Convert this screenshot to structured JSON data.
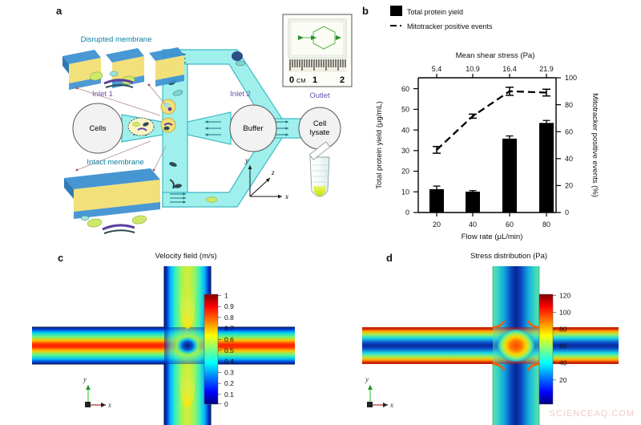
{
  "figure": {
    "watermark": "SCIENCEAQ.COM",
    "panels": {
      "a": "a",
      "b": "b",
      "c": "c",
      "d": "d"
    }
  },
  "panel_a": {
    "label": "a",
    "annotations": {
      "disrupted_membrane": "Disrupted membrane",
      "intact_membrane": "Intact membrane",
      "inlet1": "Inlet 1",
      "inlet2": "Inlet 2",
      "outlet": "Outlet",
      "cells": "Cells",
      "buffer": "Buffer",
      "cell_lysate": "Cell lysate",
      "cell_lysate_line1": "Cell",
      "cell_lysate_line2": "lysate"
    },
    "ruler": {
      "zero": "0",
      "unit": "CM",
      "one": "1",
      "two": "2"
    },
    "axes": {
      "x": "x",
      "y": "y",
      "z": "z"
    },
    "colors": {
      "channel_fill": "#9ff0ec",
      "channel_stroke": "#3fb9c7",
      "label_teal": "#0b7f9e",
      "label_purple": "#6b4fa8",
      "membrane_head": "#3a8fd0",
      "membrane_tail": "#f2e07a",
      "leader_line": "#b08a8a",
      "tube_liquid": "#d8f000"
    }
  },
  "panel_b": {
    "label": "b",
    "legend": [
      {
        "key": "bar",
        "label": "Total protein yield",
        "marker": "filled-square"
      },
      {
        "key": "line",
        "label": "Mitotracker positive events",
        "marker": "dashed-line"
      }
    ],
    "chart_data": {
      "type": "bar",
      "title": "",
      "categories": [
        "20",
        "40",
        "60",
        "80"
      ],
      "xlabel": "Flow rate (μL/min)",
      "ylabel": "Total protein yield (μg/mL)",
      "ylim": [
        0,
        65
      ],
      "yticks": [
        0,
        10,
        20,
        30,
        40,
        50,
        60
      ],
      "top_axis_label": "Mean shear stress (Pa)",
      "top_ticklabels": [
        "5.4",
        "10.9",
        "16.4",
        "21.9"
      ],
      "y2label": "Mitotracker positive events (%)",
      "y2lim": [
        0,
        108.33
      ],
      "y2ticks": [
        0,
        20,
        40,
        60,
        80,
        100
      ],
      "grid": false,
      "legend_position": "top-left-outside",
      "series": [
        {
          "name": "Total protein yield",
          "type": "bar",
          "axis": "left",
          "units": "μg/mL",
          "values": [
            11.3,
            10.1,
            35.8,
            43.4
          ],
          "errors": [
            1.5,
            0.5,
            1.3,
            1.2
          ]
        },
        {
          "name": "Mitotracker positive events",
          "type": "line",
          "axis": "right",
          "units": "%",
          "values": [
            46.5,
            71.5,
            90.0,
            89.0
          ],
          "errors": [
            2.5,
            1.5,
            3.0,
            2.5
          ]
        }
      ]
    }
  },
  "panel_c": {
    "label": "c",
    "title": "Velocity field (m/s)",
    "chart_data": {
      "type": "heatmap",
      "title": "Velocity field (m/s)",
      "colorbar_ticks": [
        "1",
        "0.9",
        "0.8",
        "0.7",
        "0.6",
        "0.5",
        "0.4",
        "0.3",
        "0.2",
        "0.1",
        "0"
      ],
      "vmin": 0,
      "vmax": 1,
      "colormap": "jet",
      "geometry": "cross-channel-junction",
      "description": "Horizontal channel high velocity (red ~0.9-1), vertical channel mid velocity (~0.6-0.7 yellow-green), stagnation point at junction center (dark blue ~0)",
      "xlabel": "x",
      "ylabel": "y"
    },
    "axes": {
      "x": "x",
      "y": "y"
    }
  },
  "panel_d": {
    "label": "d",
    "title": "Stress distribution (Pa)",
    "chart_data": {
      "type": "heatmap",
      "title": "Stress distribution (Pa)",
      "colorbar_ticks": [
        "120",
        "100",
        "80",
        "60",
        "40",
        "20"
      ],
      "vmin": 0,
      "vmax": 130,
      "colormap": "jet",
      "geometry": "cross-channel-junction",
      "description": "Peak stress (~120 Pa, red) at horizontal channel walls and at junction center hotspot; channel cores low stress (dark blue ~5-20 Pa); vertical channel moderate (~55-65 Pa green)",
      "xlabel": "x",
      "ylabel": "y"
    },
    "axes": {
      "x": "x",
      "y": "y"
    }
  }
}
